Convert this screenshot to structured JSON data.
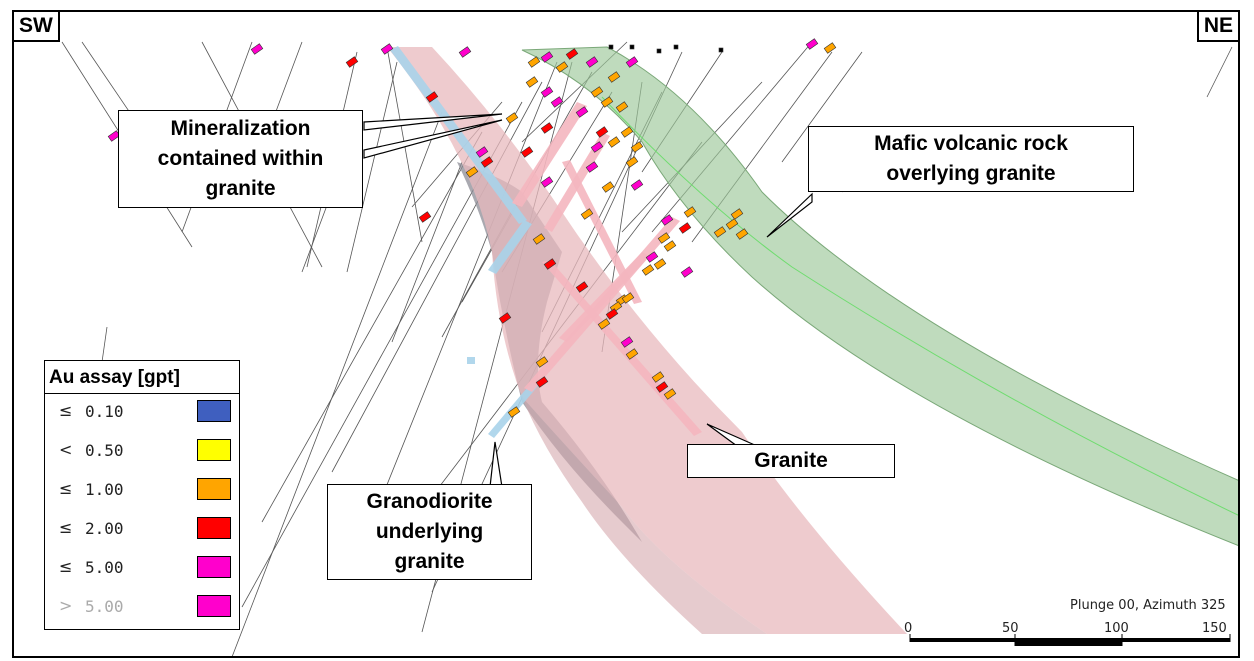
{
  "orientation": {
    "left": "SW",
    "right": "NE"
  },
  "callouts": {
    "mineralization": "Mineralization\ncontained within\ngranite",
    "mafic": "Mafic volcanic rock\noverlying granite",
    "granite": "Granite",
    "granodiorite": "Granodiorite\nunderlying\ngranite"
  },
  "legend": {
    "title": "Au assay [gpt]",
    "items": [
      {
        "op": "≤",
        "value": "0.10",
        "color": "#3f5fbf"
      },
      {
        "op": "<",
        "value": "0.50",
        "color": "#ffff00"
      },
      {
        "op": "≤",
        "value": "1.00",
        "color": "#ffa500"
      },
      {
        "op": "≤",
        "value": "2.00",
        "color": "#ff0000"
      },
      {
        "op": "≤",
        "value": "5.00",
        "color": "#ff00cc"
      },
      {
        "op": ">",
        "value": "5.00",
        "color": "#ff00cc"
      }
    ]
  },
  "view": {
    "caption": "Plunge 00, Azimuth 325"
  },
  "scale_bar": {
    "ticks": [
      "0",
      "50",
      "100",
      "150"
    ]
  },
  "colors": {
    "mafic": "#9cc79a",
    "granite": "#e8b9bd",
    "granodiorite": "#8c8c96",
    "granodiorite_strip": "#a9d3ea"
  }
}
